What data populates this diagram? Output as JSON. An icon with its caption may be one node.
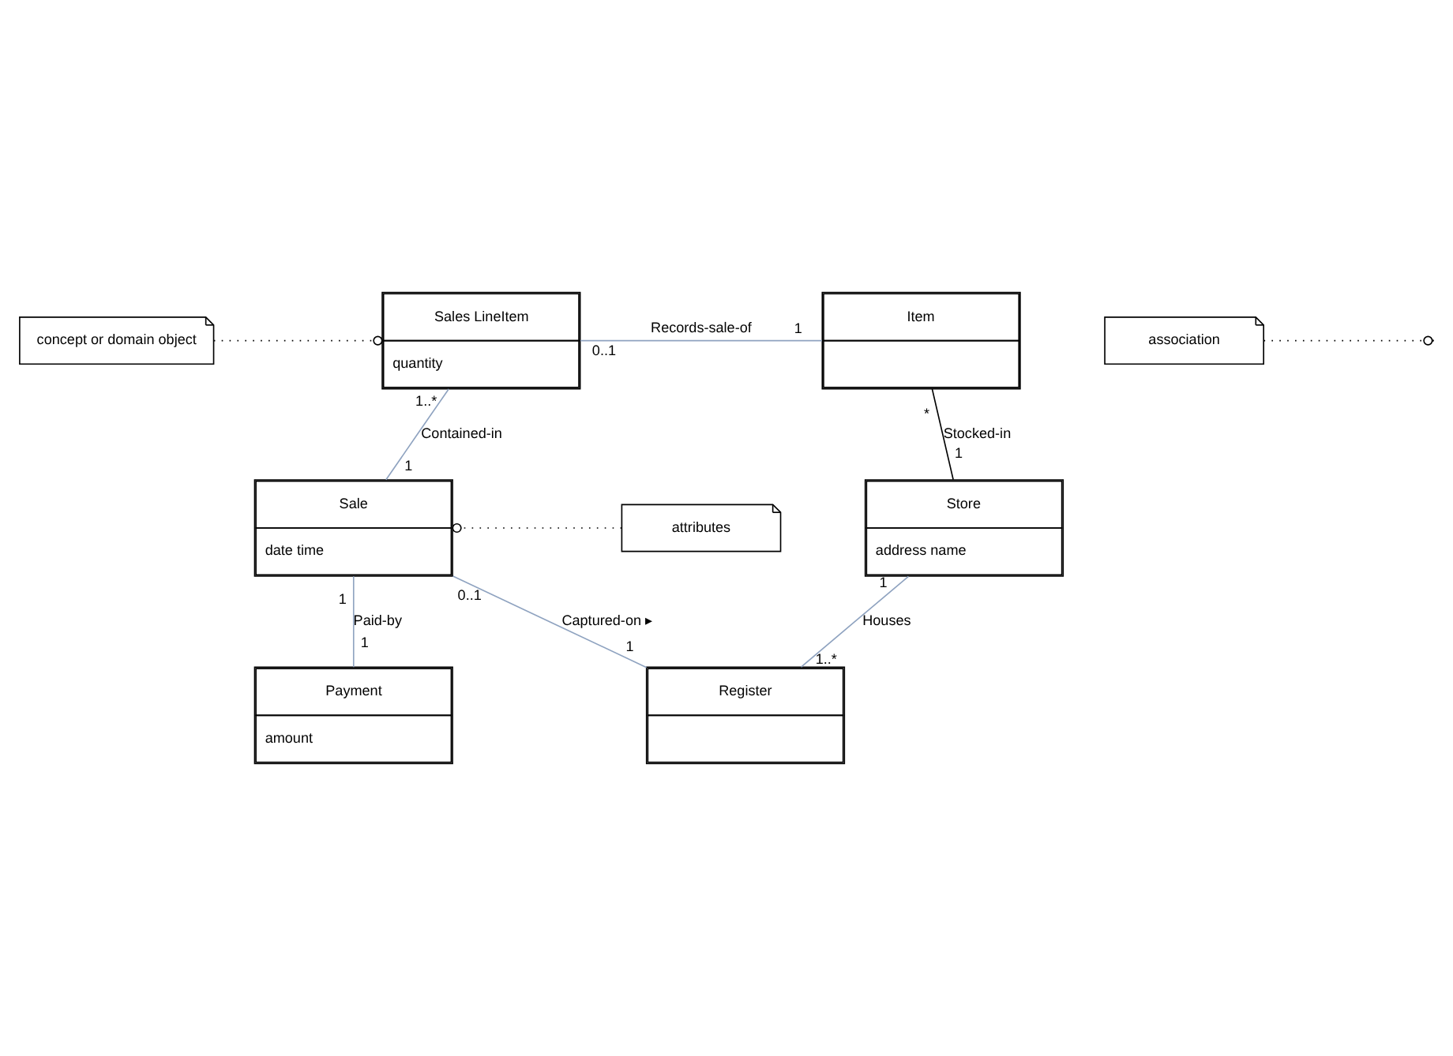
{
  "diagram": {
    "nodes": [
      {
        "text": [
          "concept or domain object"
        ]
      },
      {
        "text": [
          "association"
        ]
      },
      {
        "text": [
          "attributes"
        ]
      },
      {
        "text": [
          "Sales LineItem",
          "quantity"
        ]
      },
      {
        "text": [
          "Item"
        ]
      },
      {
        "text": [
          "Sale",
          "date time"
        ]
      },
      {
        "text": [
          "Store",
          "address name"
        ]
      },
      {
        "text": [
          "Payment",
          "amount"
        ]
      },
      {
        "text": [
          "Register"
        ]
      }
    ],
    "edges": [
      {
        "from": 3,
        "to": 4,
        "arrow": "none",
        "label": "Records-sale-of"
      },
      {
        "from": 3,
        "to": 5,
        "arrow": "none",
        "label": "Contained-in"
      },
      {
        "from": 4,
        "to": 6,
        "arrow": "none",
        "label": "Stocked-in",
        "color": "#000000"
      },
      {
        "from": 5,
        "to": 7,
        "arrow": "none",
        "label": "Paid-by"
      },
      {
        "from": 5,
        "to": 8,
        "arrow": "none",
        "label": "Captured-on ▸"
      },
      {
        "from": 6,
        "to": 8,
        "arrow": "none",
        "label": "Houses"
      },
      {
        "from": 0,
        "to": 3,
        "arrow": "other",
        "style": "dashed",
        "color": "#000000"
      },
      {
        "from": 1,
        "to": null,
        "arrow": "other",
        "style": "dashed",
        "color": "#000000"
      },
      {
        "from": 2,
        "to": 5,
        "arrow": "other",
        "style": "dashed",
        "color": "#000000"
      }
    ],
    "labels": [
      "0..1",
      "1",
      "*",
      "1..*",
      "1",
      "1",
      "0..1",
      "1",
      "1",
      "1..*",
      "1",
      "1"
    ]
  }
}
